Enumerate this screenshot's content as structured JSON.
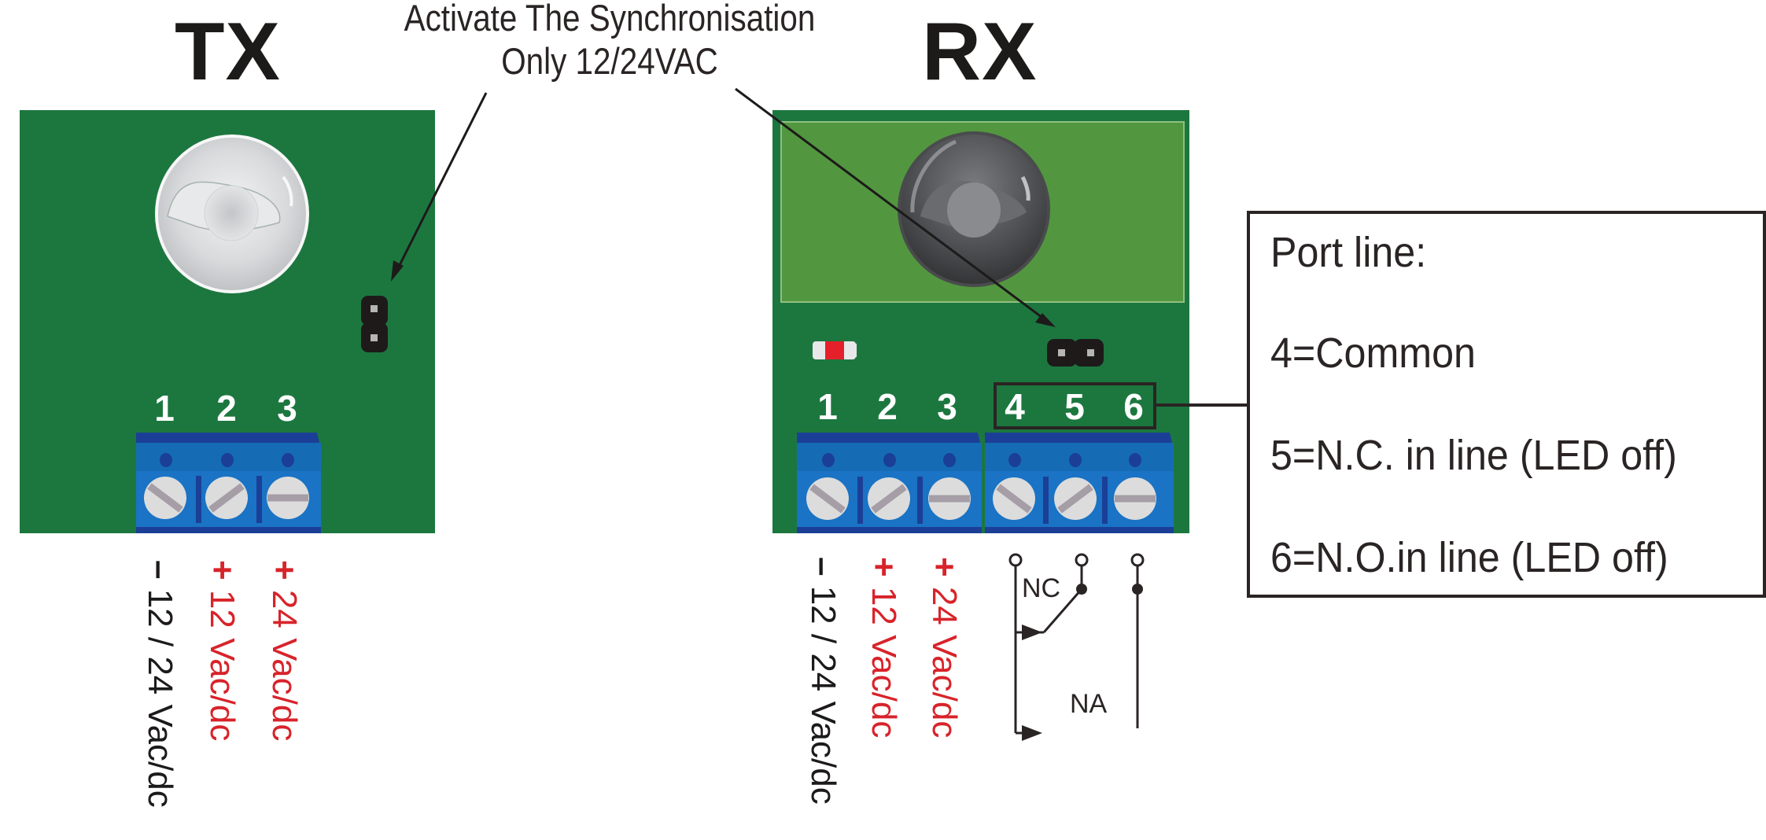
{
  "titles": {
    "tx": "TX",
    "rx": "RX"
  },
  "annotation": {
    "line1": "Activate The Synchronisation",
    "line2": "Only 12/24VAC"
  },
  "tx_board": {
    "pins": [
      "1",
      "2",
      "3"
    ],
    "wiring_labels": [
      {
        "sign": "–",
        "text": " 12 / 24 Vac/dc",
        "color": "black"
      },
      {
        "sign": "+",
        "text": " 12 Vac/dc",
        "color": "red"
      },
      {
        "sign": "+",
        "text": " 24 Vac/dc",
        "color": "red"
      }
    ]
  },
  "rx_board": {
    "pins": [
      "1",
      "2",
      "3",
      "4",
      "5",
      "6"
    ],
    "wiring_labels": [
      {
        "sign": "–",
        "text": " 12 / 24 Vac/dc",
        "color": "black"
      },
      {
        "sign": "+",
        "text": " 12 Vac/dc",
        "color": "red"
      },
      {
        "sign": "+",
        "text": " 24 Vac/dc",
        "color": "red"
      }
    ],
    "relay_labels": {
      "nc": "NC",
      "na": "NA"
    }
  },
  "port_info": {
    "heading": "Port line:",
    "lines": [
      "4=Common",
      "5=N.C. in line (LED off)",
      "6=N.O.in line (LED off)"
    ]
  },
  "colors": {
    "pcb_green": "#1c773f",
    "rx_window_green": "#52973f",
    "terminal_blue": "#1a73c4",
    "terminal_dark_blue": "#1b3f96",
    "label_red": "#d8232a",
    "text_dark": "#1d1a1a"
  }
}
